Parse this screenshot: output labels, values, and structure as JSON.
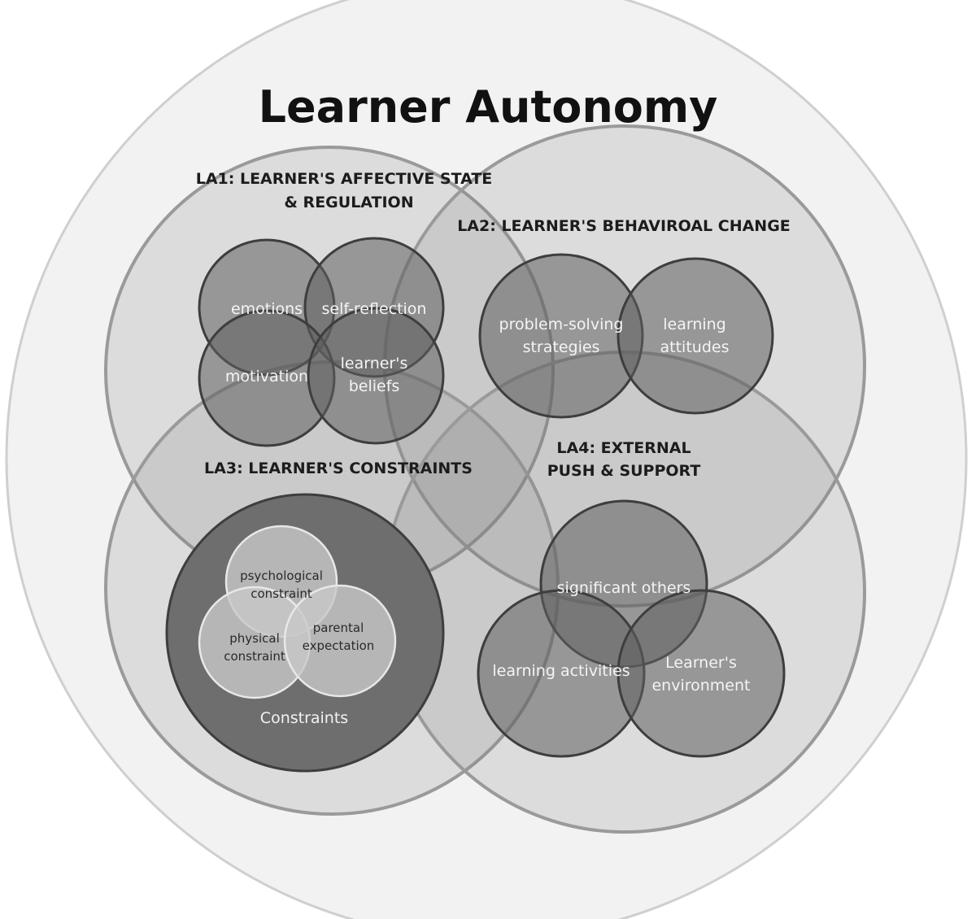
{
  "title": "Learner Autonomy",
  "domains": {
    "la1": {
      "line1": "LA1: LEARNER'S AFFECTIVE STATE",
      "line2": "& REGULATION"
    },
    "la2": {
      "line1": "LA2: LEARNER'S BEHAVIROAL CHANGE"
    },
    "la3": {
      "line1": "LA3: LEARNER'S CONSTRAINTS"
    },
    "la4": {
      "line1": "LA4: EXTERNAL",
      "line2": "PUSH & SUPPORT"
    }
  },
  "la1_items": {
    "emotions": "emotions",
    "self_reflection": "self-reflection",
    "motivation": "motivation",
    "beliefs_line1": "learner's",
    "beliefs_line2": "beliefs"
  },
  "la2_items": {
    "problem_line1": "problem-solving",
    "problem_line2": "strategies",
    "attitudes_line1": "learning",
    "attitudes_line2": "attitudes"
  },
  "la3_items": {
    "psych_line1": "psychological",
    "psych_line2": "constraint",
    "physical_line1": "physical",
    "physical_line2": "constraint",
    "parental_line1": "parental",
    "parental_line2": "expectation",
    "constraints": "Constraints"
  },
  "la4_items": {
    "significant": "significant others",
    "activities": "learning activities",
    "environment_line1": "Learner's",
    "environment_line2": "environment"
  }
}
